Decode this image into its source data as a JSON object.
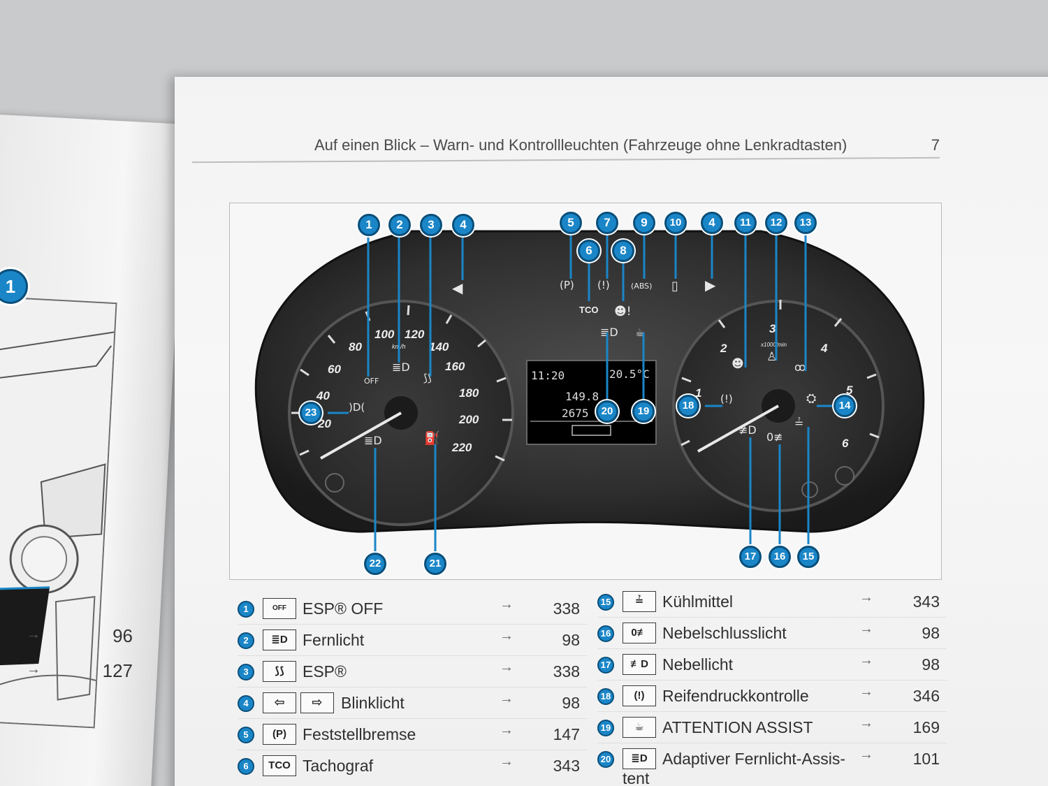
{
  "left_page": {
    "callout": "1",
    "rows": [
      {
        "arrow": "→",
        "page": "96"
      },
      {
        "arrow": "→",
        "page": "127"
      }
    ]
  },
  "running_head": {
    "title": "Auf einen Blick – Warn- und Kontrollleuchten (Fahrzeuge ohne Lenkradtasten)",
    "page_number": "7"
  },
  "cluster": {
    "speedometer": {
      "unit": "km/h",
      "ticks": [
        "20",
        "40",
        "60",
        "80",
        "100",
        "120",
        "140",
        "160",
        "180",
        "200",
        "220"
      ]
    },
    "tachometer": {
      "unit": "x1000/min",
      "ticks": [
        "1",
        "2",
        "3",
        "4",
        "5",
        "6"
      ]
    },
    "display": {
      "time": "11:20",
      "temperature": "20.5°C",
      "line2": "149.8",
      "line3": "2675"
    },
    "tco_label": "TCO",
    "brand_blue": "#1a86c8",
    "callouts": [
      "1",
      "2",
      "3",
      "4",
      "5",
      "6",
      "7",
      "8",
      "9",
      "10",
      "4",
      "11",
      "12",
      "13",
      "14",
      "15",
      "16",
      "17",
      "18",
      "19",
      "20",
      "21",
      "22",
      "23"
    ]
  },
  "legend": {
    "arrow": "→",
    "left": [
      {
        "num": "1",
        "symbol": "ESP-OFF-icon",
        "symbol_text": "OFF",
        "label": "ESP® OFF",
        "page": "338"
      },
      {
        "num": "2",
        "symbol": "high-beam-icon",
        "symbol_text": "≣D",
        "label": "Fernlicht",
        "page": "98"
      },
      {
        "num": "3",
        "symbol": "esp-icon",
        "symbol_text": "⟆⟆",
        "label": "ESP®",
        "page": "338"
      },
      {
        "num": "4",
        "symbol": "turn-signal-icons",
        "symbol_text": "⇦",
        "symbol_text2": "⇨",
        "label": "Blinklicht",
        "page": "98"
      },
      {
        "num": "5",
        "symbol": "parking-brake-icon",
        "symbol_text": "(P)",
        "label": "Feststellbremse",
        "page": "147"
      },
      {
        "num": "6",
        "symbol": "tachograph-icon",
        "symbol_text": "TCO",
        "label": "Tachograf",
        "page": "343"
      }
    ],
    "right": [
      {
        "num": "15",
        "symbol": "coolant-icon",
        "symbol_text": "≟",
        "label": "Kühlmittel",
        "page": "343"
      },
      {
        "num": "16",
        "symbol": "rear-fog-icon",
        "symbol_text": "0≢",
        "label": "Nebelschlusslicht",
        "page": "98"
      },
      {
        "num": "17",
        "symbol": "fog-light-icon",
        "symbol_text": "≢D",
        "label": "Nebellicht",
        "page": "98"
      },
      {
        "num": "18",
        "symbol": "tire-pressure-icon",
        "symbol_text": "(!)",
        "label": "Reifendruckkontrolle",
        "page": "346"
      },
      {
        "num": "19",
        "symbol": "attention-assist-icon",
        "symbol_text": "☕",
        "label": "ATTENTION ASSIST",
        "page": "169"
      },
      {
        "num": "20",
        "symbol": "adaptive-high-beam-icon",
        "symbol_text": "≣D",
        "label": "Adaptiver Fernlicht-Assis-",
        "label2": "tent",
        "page": "101"
      }
    ]
  }
}
